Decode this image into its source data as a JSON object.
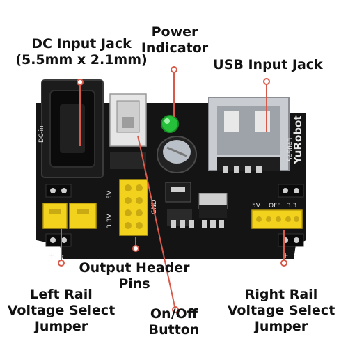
{
  "labels": {
    "dc_jack": [
      "DC Input Jack",
      "(5.5mm x 2.1mm)"
    ],
    "power_indicator": [
      "Power",
      "Indicator"
    ],
    "usb_jack": [
      "USB Input Jack"
    ],
    "output_header": [
      "Output Header",
      "Pins"
    ],
    "left_rail": [
      "Left Rail",
      "Voltage Select",
      "Jumper"
    ],
    "on_off": [
      "On/Off",
      "Button"
    ],
    "right_rail": [
      "Right Rail",
      "Voltage Select",
      "Jumper"
    ]
  },
  "board_silkscreen": {
    "dc_in": "DC-in",
    "model": "545043",
    "brand": "YuRobot",
    "v5": "5V",
    "v33": "3.3V",
    "gnd": "GND",
    "right_v5": "5V",
    "right_off": "OFF",
    "right_v33": "3.3",
    "plus": "+",
    "minus": "-"
  },
  "colors": {
    "board": "#141414",
    "jumper": "#f2d21c",
    "pointer": "#d85a4a",
    "led": "#27c03a"
  }
}
